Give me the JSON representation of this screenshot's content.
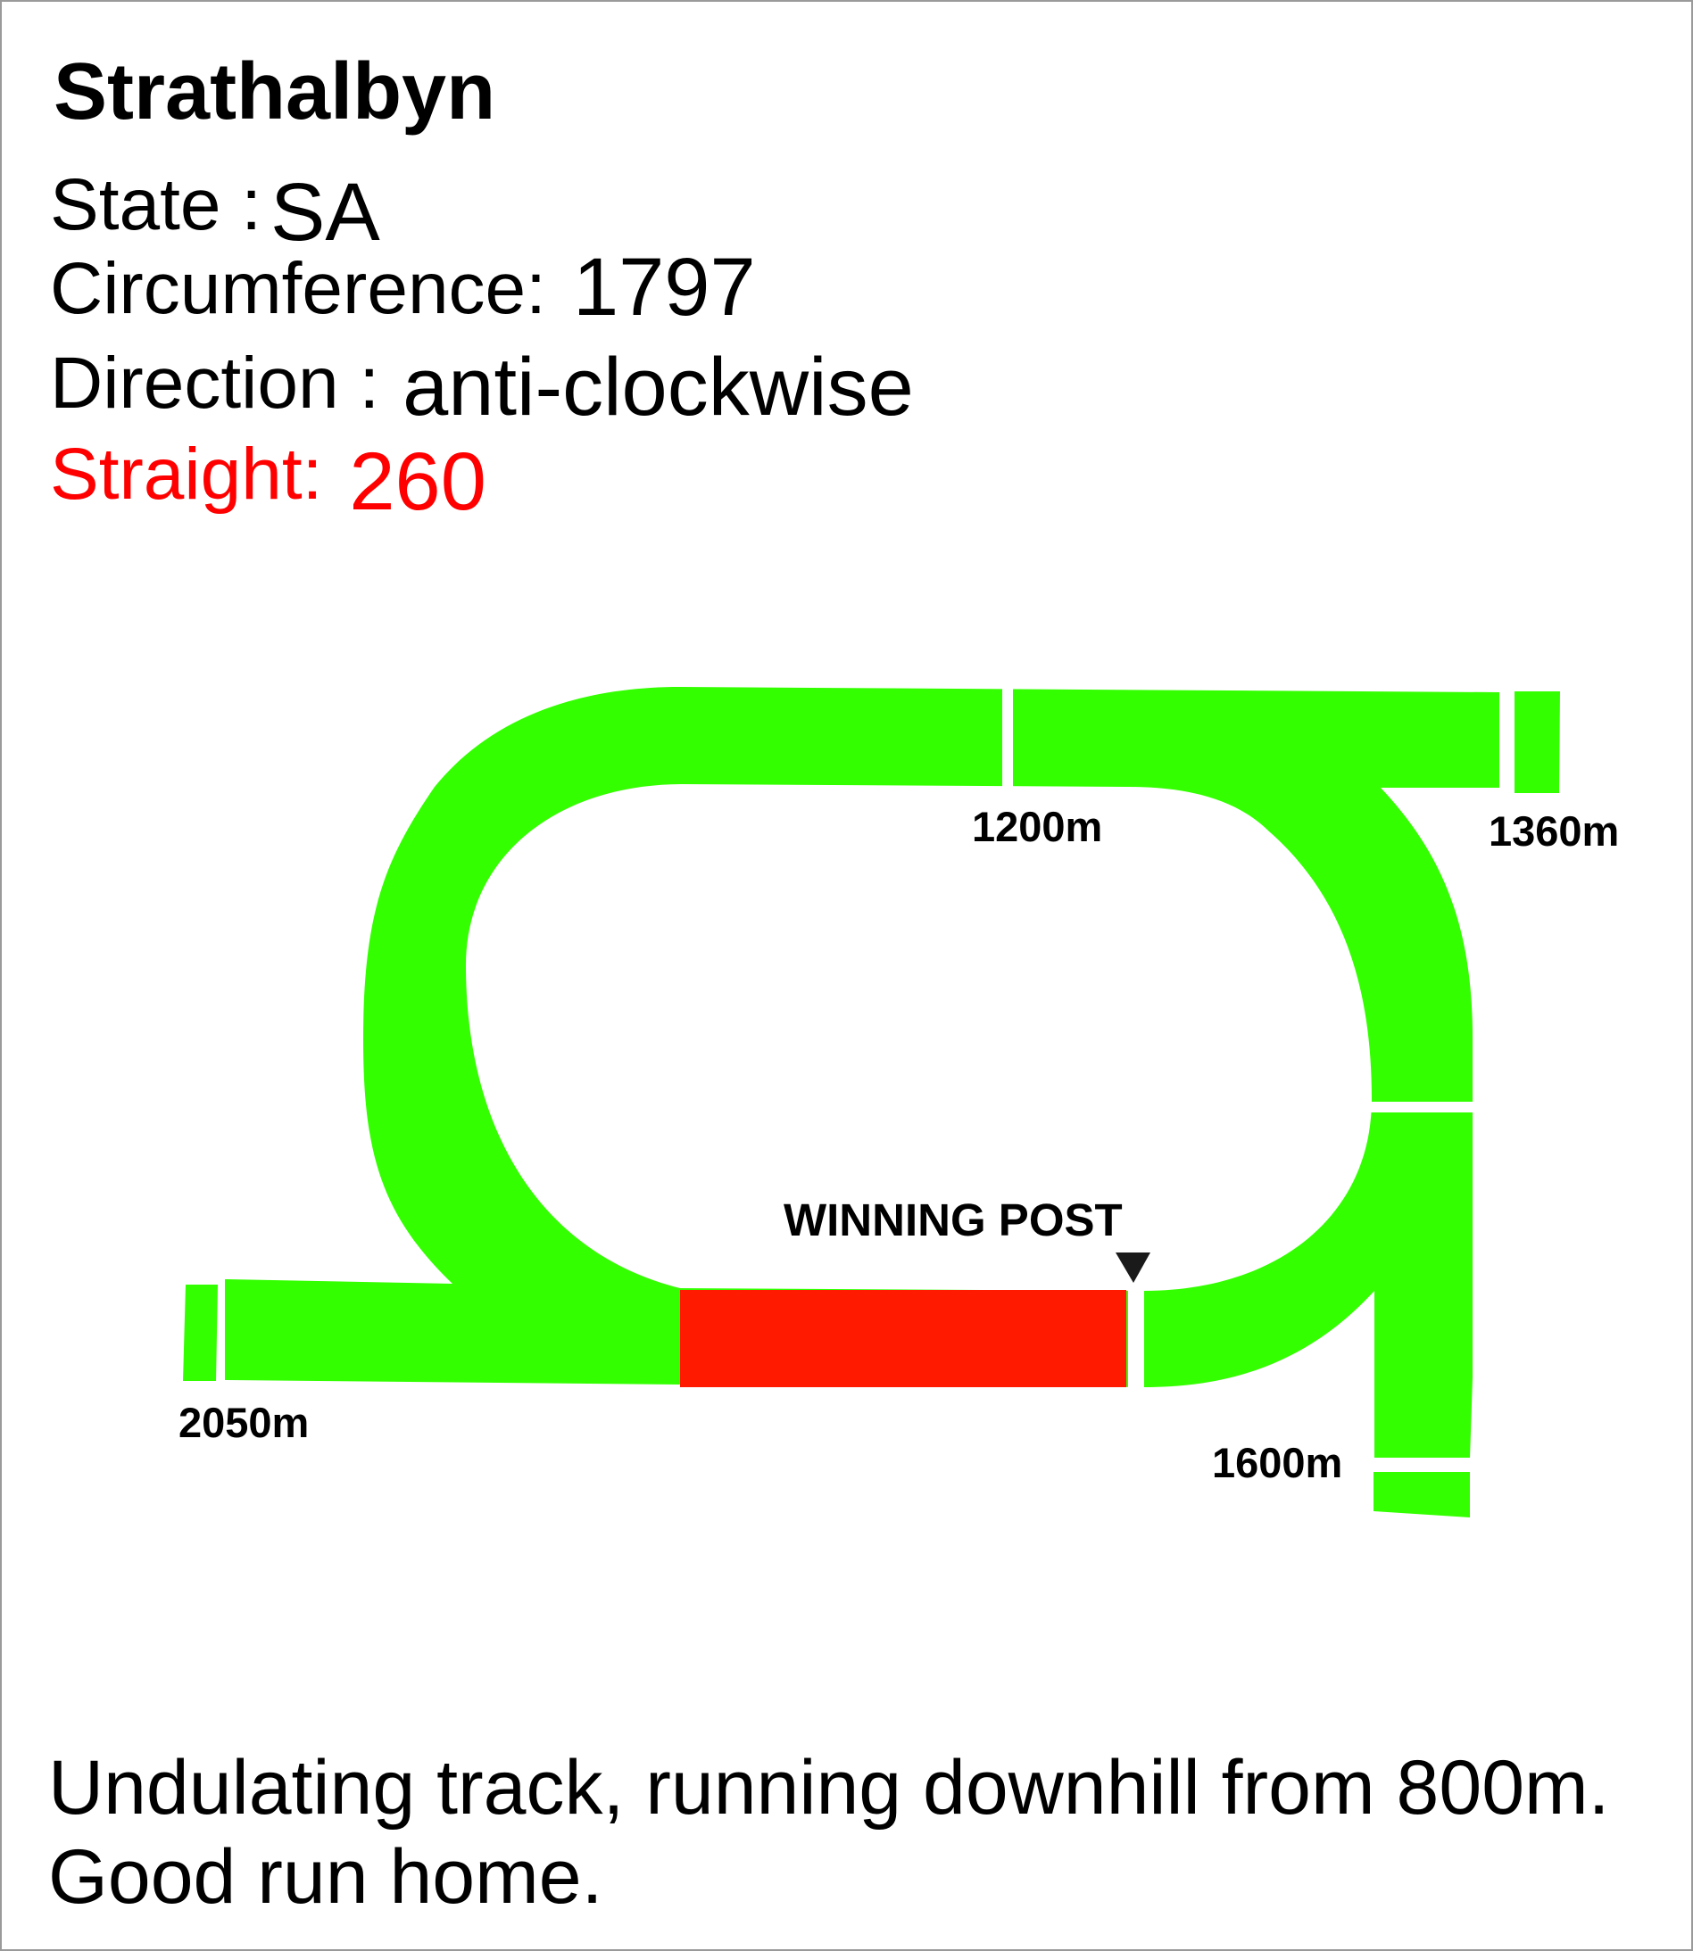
{
  "track": {
    "name": "Strathalbyn",
    "state_label": "State :",
    "state": "SA",
    "circumference_label": "Circumference:",
    "circumference": "1797",
    "direction_label": "Direction :",
    "direction": "anti-clockwise",
    "straight_label": "Straight:",
    "straight": "260"
  },
  "map": {
    "winning_post_label": "WINNING POST",
    "distance_markers": [
      {
        "id": "1200",
        "label": "1200m"
      },
      {
        "id": "1360",
        "label": "1360m"
      },
      {
        "id": "1600",
        "label": "1600m"
      },
      {
        "id": "2050",
        "label": "2050m"
      }
    ],
    "colors": {
      "track": "#33ff00",
      "home_straight": "#ff1a00",
      "straight_text": "#ff0000",
      "winning_post_marker": "#1a1a1a"
    },
    "icons": {
      "winning_post": "down-triangle-icon"
    }
  },
  "description": {
    "line1": "Undulating track, running downhill from 800m.",
    "line2": "Good run home."
  }
}
